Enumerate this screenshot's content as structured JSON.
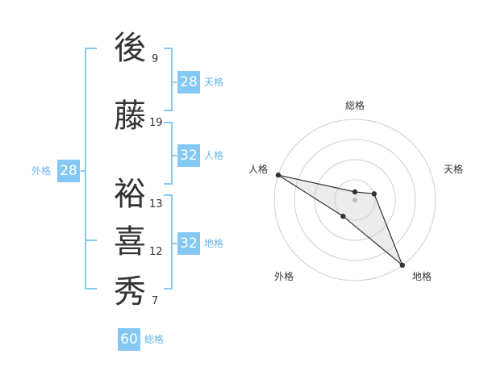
{
  "characters": [
    {
      "char": "後",
      "strokes": "9"
    },
    {
      "char": "藤",
      "strokes": "19"
    },
    {
      "char": "裕",
      "strokes": "13"
    },
    {
      "char": "喜",
      "strokes": "12"
    },
    {
      "char": "秀",
      "strokes": "7"
    }
  ],
  "kakusu": {
    "tenkaku": {
      "value": "28",
      "label": "天格"
    },
    "jinkaku": {
      "value": "32",
      "label": "人格"
    },
    "chikaku": {
      "value": "32",
      "label": "地格"
    },
    "gaikaku": {
      "value": "28",
      "label": "外格"
    },
    "soukaku": {
      "value": "60",
      "label": "総格"
    }
  },
  "colors": {
    "accent": "#84c8f4",
    "bracket": "#84c8f4",
    "label": "#69b6e8"
  },
  "chart_data": {
    "type": "radar",
    "axes": [
      "総格",
      "天格",
      "地格",
      "外格",
      "人格"
    ],
    "values": [
      0.1,
      0.25,
      1.0,
      0.25,
      1.0
    ],
    "max": 1.0,
    "rings": 4
  }
}
